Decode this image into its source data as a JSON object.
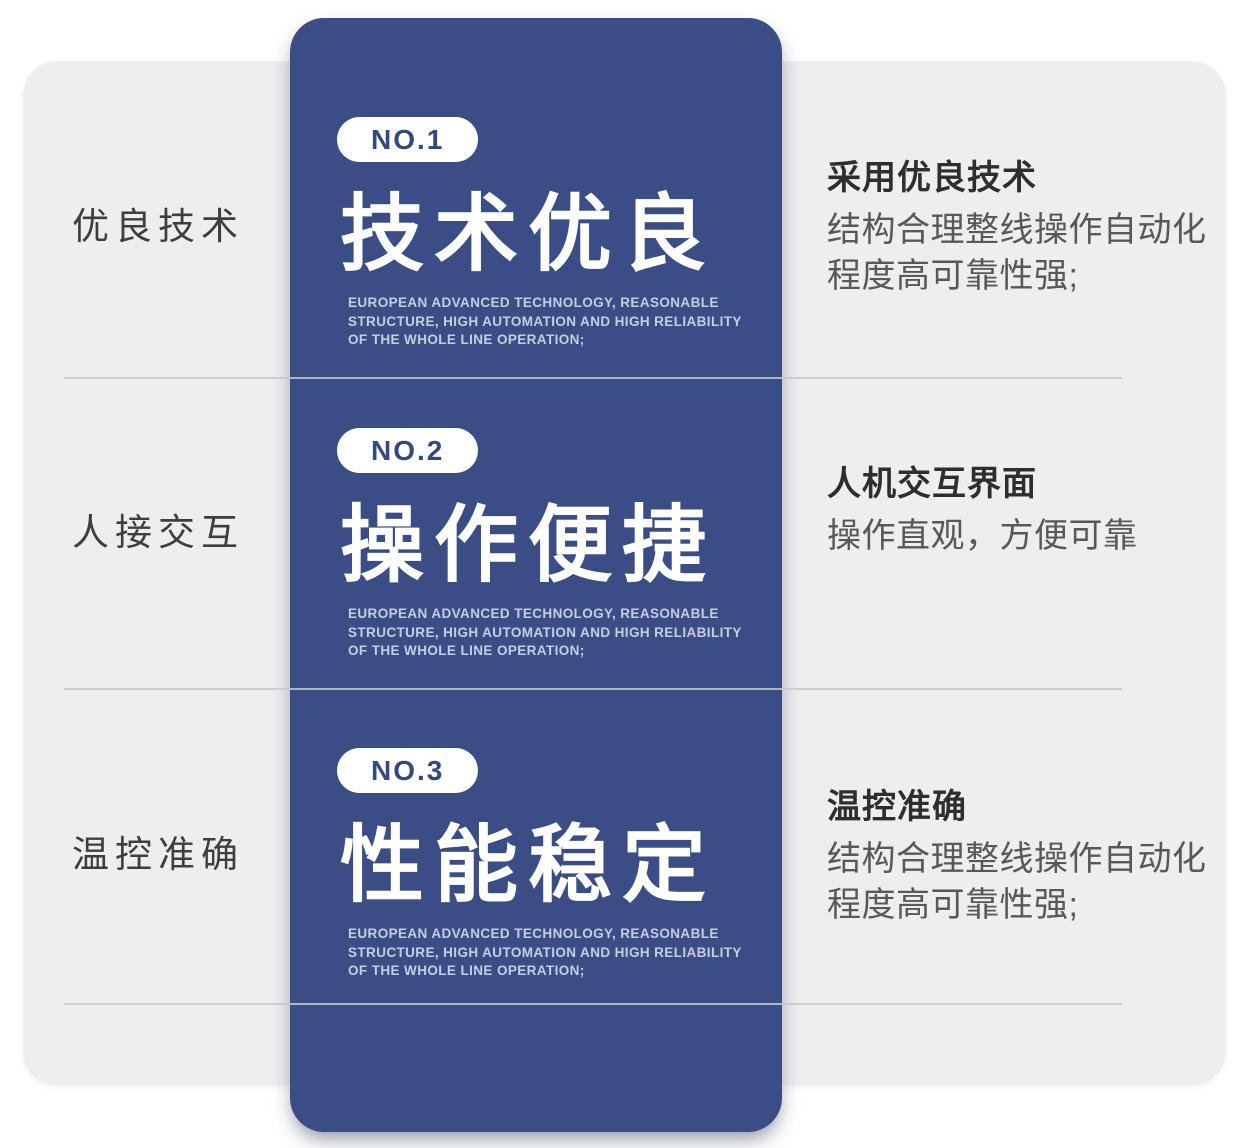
{
  "colors": {
    "card_blue": "#3a4d85",
    "panel_gray": "#eeeeef",
    "badge_background": "#ffffff",
    "badge_text_blue": "#33497e",
    "heading_white": "#ffffff",
    "divider_gray": "#c5c7cd",
    "left_label_gray": "#3e3e40",
    "right_title_dark": "#2e2e30",
    "right_body_gray": "#58585a"
  },
  "sections": [
    {
      "badge": "NO.1",
      "left_label": "优良技术",
      "card_title": "技术优良",
      "card_subtitle": "EUROPEAN ADVANCED TECHNOLOGY, REASONABLE\nSTRUCTURE, HIGH AUTOMATION AND HIGH RELIABILITY\nOF THE WHOLE LINE OPERATION;",
      "right_title": "采用优良技术",
      "right_body": "结构合理整线操作自动化\n程度高可靠性强;"
    },
    {
      "badge": "NO.2",
      "left_label": "人接交互",
      "card_title": "操作便捷",
      "card_subtitle": "EUROPEAN ADVANCED TECHNOLOGY, REASONABLE\nSTRUCTURE, HIGH AUTOMATION AND HIGH RELIABILITY\nOF THE WHOLE LINE OPERATION;",
      "right_title": "人机交互界面",
      "right_body": "操作直观，方便可靠"
    },
    {
      "badge": "NO.3",
      "left_label": "温控准确",
      "card_title": "性能稳定",
      "card_subtitle": "EUROPEAN ADVANCED TECHNOLOGY, REASONABLE\nSTRUCTURE, HIGH AUTOMATION AND HIGH RELIABILITY\nOF THE WHOLE LINE OPERATION;",
      "right_title": "温控准确",
      "right_body": "结构合理整线操作自动化\n程度高可靠性强;"
    }
  ]
}
